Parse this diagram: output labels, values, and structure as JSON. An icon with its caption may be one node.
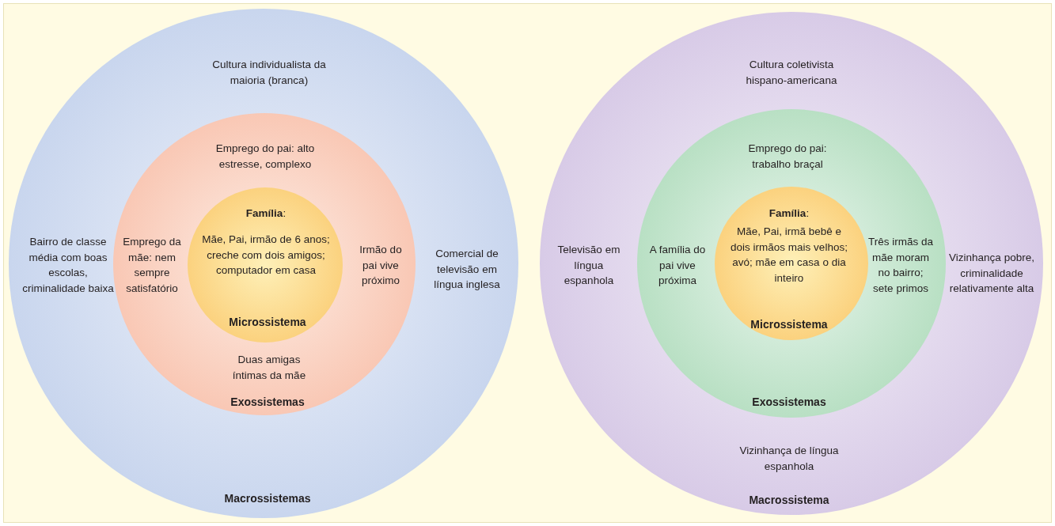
{
  "diagram": {
    "nodes": [
      {
        "text": [
          "Cultura individualista da maioria (branca)",
          "Bairro de classe média com boas escolas, criminalidade baixa",
          "Comercial de televisão em língua inglesa",
          "Macrossistemas"
        ]
      },
      {
        "text": [
          "Emprego do pai: alto estresse, complexo",
          "Emprego da mãe: nem sempre satisfatório",
          "Irmão do pai vive próximo",
          "Duas amigas íntimas da mãe",
          "Exossistemas"
        ],
        "in": 0
      },
      {
        "text": [
          "**Família**:",
          "Mãe, Pai, irmão de 6 anos; creche com dois amigos; computador em casa",
          "Microssistema"
        ],
        "in": 1
      },
      {
        "text": [
          "Cultura coletivista hispano-americana",
          "Televisão em língua espanhola",
          "Vizinhança pobre, criminalidade relativamente alta",
          "Vizinhança de língua espanhola",
          "Macrossistema"
        ]
      },
      {
        "text": [
          "Emprego do pai: trabalho braçal",
          "A família do pai vive próxima",
          "Três irmãs da mãe moram no bairro; sete primos",
          "Exossistemas"
        ],
        "in": 3
      },
      {
        "text": [
          "**Família**:",
          "Mãe, Pai, irmã bebê e dois irmãos mais velhos; avó; mãe em casa o dia inteiro",
          "Microssistema"
        ],
        "in": 4
      }
    ]
  }
}
